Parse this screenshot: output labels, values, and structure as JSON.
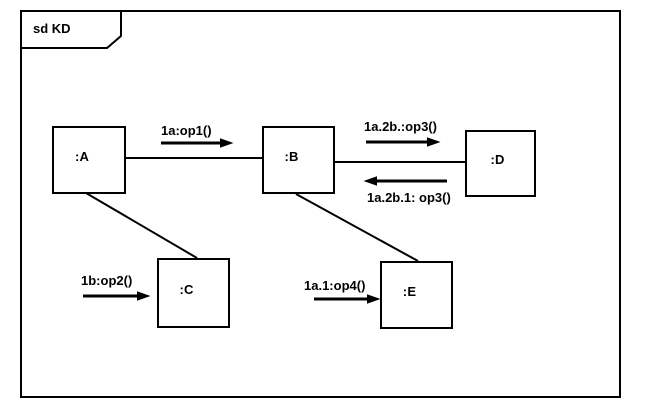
{
  "frame": {
    "label": "sd KD",
    "type": "sd-interaction-frame"
  },
  "colors": {
    "ink": "#000000",
    "background": "#ffffff"
  },
  "nodes": {
    "a": {
      "label": ":A"
    },
    "b": {
      "label": ":B"
    },
    "c": {
      "label": ":C"
    },
    "d": {
      "label": ":D"
    },
    "e": {
      "label": ":E"
    }
  },
  "connectors": [
    {
      "from": ":A",
      "to": ":B"
    },
    {
      "from": ":B",
      "to": ":D"
    },
    {
      "from": ":A",
      "to": ":C"
    },
    {
      "from": ":B",
      "to": ":E"
    }
  ],
  "messages": {
    "op1": {
      "label": "1a:op1()",
      "from": ":A",
      "to": ":B",
      "direction": "right"
    },
    "op3_fwd": {
      "label": "1a.2b.:op3()",
      "from": ":B",
      "to": ":D",
      "direction": "right"
    },
    "op3_ret": {
      "label": "1a.2b.1: op3()",
      "from": ":D",
      "to": ":B",
      "direction": "left"
    },
    "op2": {
      "label": "1b:op2()",
      "from": ":A",
      "to": ":C",
      "direction": "right"
    },
    "op4": {
      "label": "1a.1:op4()",
      "from": ":B",
      "to": ":E",
      "direction": "right"
    }
  }
}
